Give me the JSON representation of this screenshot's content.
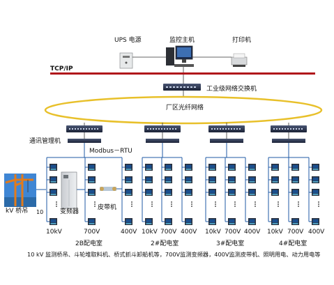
{
  "top": {
    "ups_label": "UPS 电源",
    "host_label": "监控主机",
    "printer_label": "打印机",
    "bus_label": "TCP/IP",
    "industrial_switch_label": "工业级网络交换机",
    "fiber_ring_label": "厂区光纤网络"
  },
  "mid": {
    "comm_manager_label": "通讯管理机",
    "protocol_label": "Modbus－RTU"
  },
  "group1": {
    "crane_label": "kV 桥吊",
    "crane_num": "10",
    "transformer_label": "变频器",
    "belt_label": "皮带机",
    "v10": "10kV",
    "v700": "700V",
    "v400": "400V",
    "room": "2B配电室"
  },
  "group2": {
    "v10": "10kV",
    "v700": "700V",
    "v400": "400V",
    "room": "2#配电室"
  },
  "group3": {
    "v10": "10kV",
    "v700": "700V",
    "v400": "400V",
    "room": "3#配电室"
  },
  "group4": {
    "v10": "10kV",
    "v700": "700V",
    "v400": "400V",
    "room": "4#配电室"
  },
  "footer": {
    "caption": "10 kV 监测桥吊、斗轮堆取料机、桥式抓斗卸船机等，700V监测变频器，400V监测皮带机、照明用电、动力用电等"
  },
  "colors": {
    "bus": "#b0131a",
    "ring": "#e8c02a",
    "wire": "#1f5aa6",
    "switch": "#1f2a45",
    "meter_screen": "#1a4f8f"
  }
}
